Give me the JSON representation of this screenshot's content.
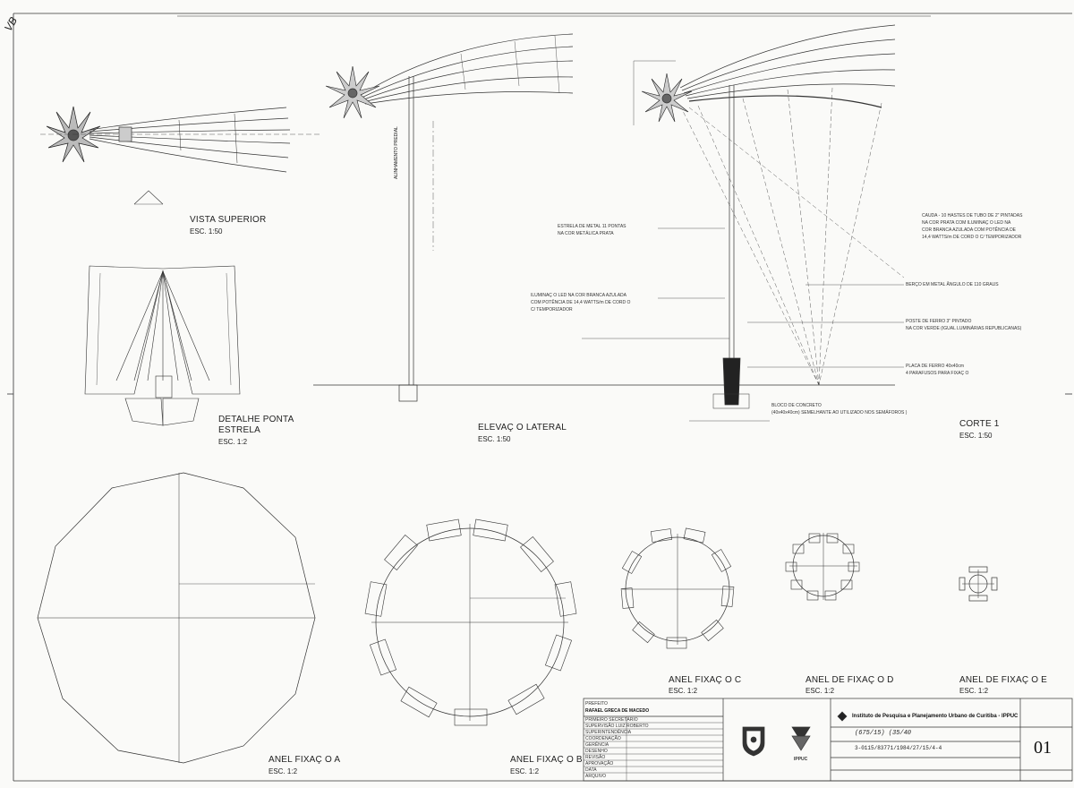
{
  "corner_mark": "VB",
  "views": {
    "top": {
      "title": "VISTA SUPERIOR",
      "scale": "ESC. 1:50"
    },
    "star_tip": {
      "title_line1": "DETALHE PONTA",
      "title_line2": "ESTRELA",
      "scale": "ESC. 1:2"
    },
    "side": {
      "title": "ELEVAÇ  O LATERAL",
      "scale": "ESC. 1:50",
      "vertical_label": "ALINHAMENTO PREDIAL"
    },
    "section": {
      "title": "CORTE 1",
      "scale": "ESC. 1:50"
    },
    "ring_a": {
      "title": "ANEL FIXAÇ  O A",
      "scale": "ESC. 1:2"
    },
    "ring_b": {
      "title": "ANEL FIXAÇ  O B",
      "scale": "ESC. 1:2"
    },
    "ring_c": {
      "title": "ANEL FIXAÇ  O C",
      "scale": "ESC. 1:2"
    },
    "ring_d": {
      "title": "ANEL DE FIXAÇ  O D",
      "scale": "ESC. 1:2"
    },
    "ring_e": {
      "title": "ANEL DE FIXAÇ  O E",
      "scale": "ESC. 1:2"
    }
  },
  "notes": {
    "star_line1": "ESTRELA DE METAL 11 PONTAS",
    "star_line2": "NA COR METÁLICA PRATA",
    "led_line1": "ILUMINAÇ  O LED NA COR BRANCA AZULADA",
    "led_line2": "COM POTÊNCIA DE 14,4 WATTS/m DE CORD  O",
    "led_line3": "C/ TEMPORIZADOR",
    "tail_line1": "CAUDA - 10 HASTES DE TUBO DE 2\" PINTADAS",
    "tail_line2": "NA COR PRATA COM ILUMINAÇ  O LED NA",
    "tail_line3": "COR BRANCA AZULADA COM POTÊNCIA DE",
    "tail_line4": "14,4 WATTS/m DE CORD  O C/ TEMPORIZADOR",
    "bend": "BERÇO EM METAL ÂNGULO DE 110 GRAUS",
    "pole_line1": "POSTE DE FERRO 3\" PINTADO",
    "pole_line2": "NA COR VERDE (IGUAL LUMINÁRIAS REPUBLICANAS)",
    "plate_line1": "PLACA DE FERRO 40x40cm",
    "plate_line2": "4 PARAFUSOS PARA FIXAÇ  O",
    "block_line1": "BLOCO DE CONCRETO",
    "block_line2": "(40x40x40cm) SEMELHANTE AO UTILIZADO NOS SEMÁFOROS )"
  },
  "title_block": {
    "author_label": "PREFEITO",
    "author": "RAFAEL GRECA DE MACEDO",
    "rows": [
      "PRIMEIRO SECRETÁRIO",
      "SUPERVISÃO LUIZ ROBERTO",
      "SUPERINTENDÊNCIA",
      "COORDENAÇÃO",
      "GERÊNCIA",
      "DESENHO",
      "REVISÃO",
      "APROVAÇÃO",
      "DATA",
      "ARQUIVO"
    ],
    "institute": "Instituto de Pesquisa e Planejamento Urbano de Curitiba - IPPUC",
    "code_handwritten": "(675/15) (35/40",
    "code_line2": "3-0115/83771/1984/27/15/4-4",
    "sheet_number": "01",
    "ippuc_logo": "IPPUC"
  }
}
